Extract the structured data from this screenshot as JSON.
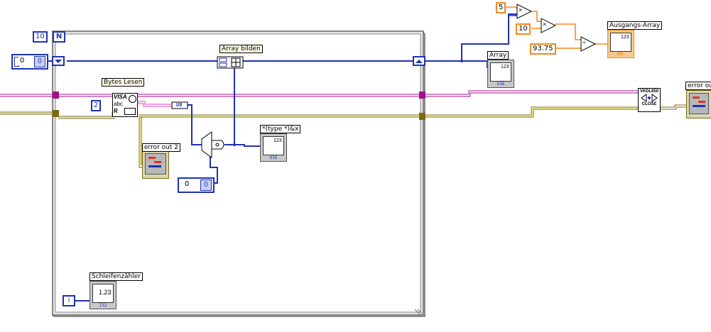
{
  "colors": {
    "int_wire": "#1f33b0",
    "dbl_wire": "#f08a1c",
    "visa_wire": "#a0108a",
    "error_wire": "#7a6a12",
    "string_wire": "#e040c0"
  },
  "loop": {
    "count_label": "N",
    "count_value": "10",
    "iteration_label": "i",
    "iteration_counter_label": "Schleifenzähler"
  },
  "nodes": {
    "build_array_label": "Array bilden",
    "read_bytes_label": "Bytes Lesen",
    "bytes_count": "2",
    "visa_read_top": "VISA",
    "visa_read_mid": "abc",
    "visa_read_r": "R",
    "cast_type": "U8",
    "cast_output_label": "*(type *)&x",
    "init_const_1": "0",
    "init_const_2": "0",
    "error_out_2_label": "error out 2",
    "schleifen_foot": "I32",
    "close_top": "VKDL850",
    "close_bottom": "CLOSE",
    "error_out_label": "error out"
  },
  "outside": {
    "array_label": "Array",
    "array_foot": "U16",
    "const_5": "5",
    "const_10": "10",
    "const_93_75": "93.75",
    "multiply_symbol": "×",
    "divide_symbol": "÷",
    "ausgangs_label": "Ausgangs-Array",
    "ausgangs_foot": "DBL",
    "cast_foot": "U16",
    "numeric_display": "123",
    "numeric_display_2": "1.23"
  }
}
